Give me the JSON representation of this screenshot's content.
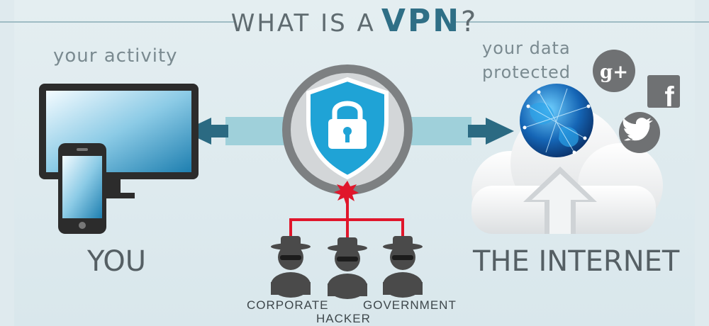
{
  "title": {
    "prefix": "WHAT IS A",
    "accent": "VPN",
    "suffix": "?"
  },
  "you": {
    "activity_label": "your activity",
    "name": "YOU"
  },
  "internet": {
    "data_label_line1": "your data",
    "data_label_line2": "protected",
    "name": "THE INTERNET"
  },
  "threats": {
    "corporate": "CORPORATE",
    "hacker": "HACKER",
    "government": "GOVERNMENT"
  },
  "icons": [
    "monitor-icon",
    "phone-icon",
    "lock-shield-icon",
    "globe-icon",
    "cloud-upload-icon",
    "google-plus-icon",
    "facebook-icon",
    "twitter-icon",
    "spy-icon"
  ],
  "colors": {
    "accent": "#2f6f86",
    "shield": "#1fa3d6",
    "threat_line": "#e0162b",
    "pipe": "#9fd0da"
  }
}
